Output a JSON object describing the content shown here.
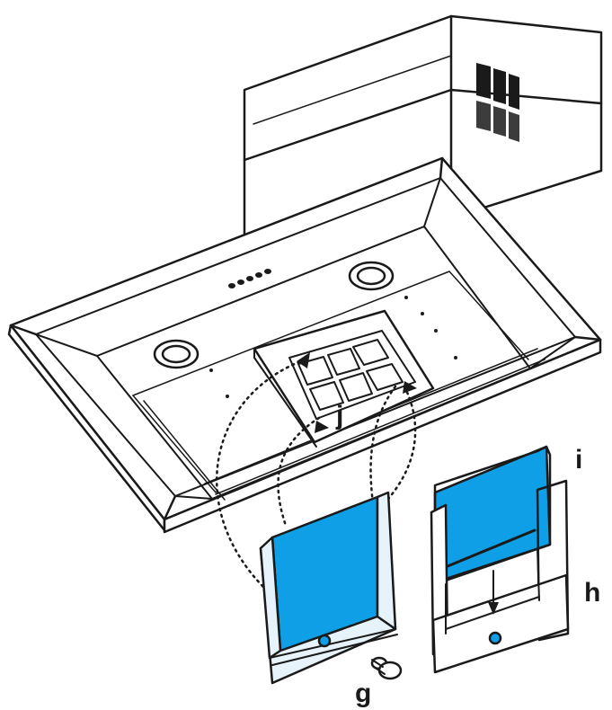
{
  "labels": {
    "g": "g",
    "h": "h",
    "i": "i",
    "j": "j"
  },
  "colors": {
    "filter_blue": "#0f9fe6",
    "frame_tint": "#e6f3fb",
    "line": "#1a1a1a"
  }
}
